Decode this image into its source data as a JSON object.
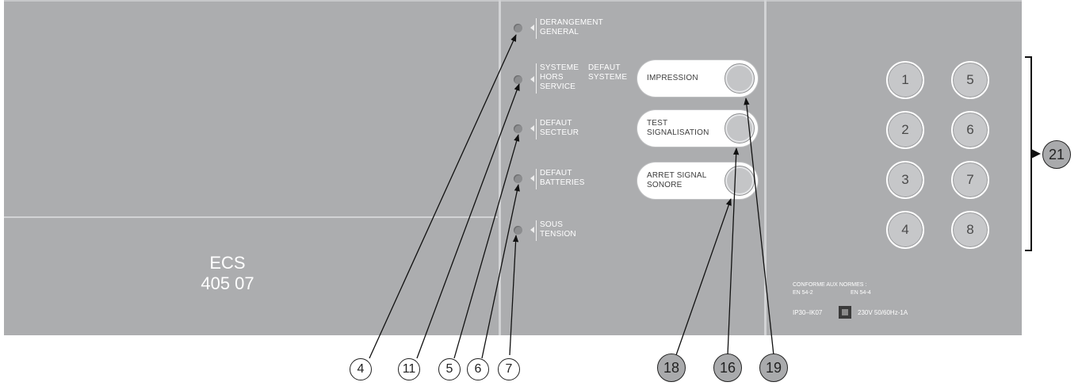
{
  "model": {
    "name": "ECS",
    "code": "405 07"
  },
  "indicators": [
    {
      "lines": [
        "DERANGEMENT",
        "GENERAL"
      ]
    },
    {
      "lines": [
        "SYSTEME",
        "HORS",
        "SERVICE"
      ],
      "alt_lines": [
        "DEFAUT",
        "SYSTEME"
      ]
    },
    {
      "lines": [
        "DEFAUT",
        "SECTEUR"
      ]
    },
    {
      "lines": [
        "DEFAUT",
        "BATTERIES"
      ]
    },
    {
      "lines": [
        "SOUS",
        "TENSION"
      ]
    }
  ],
  "function_buttons": [
    {
      "lines": [
        "IMPRESSION"
      ]
    },
    {
      "lines": [
        "TEST",
        "SIGNALISATION"
      ]
    },
    {
      "lines": [
        "ARRET SIGNAL",
        "SONORE"
      ]
    }
  ],
  "zone_buttons": [
    "1",
    "2",
    "3",
    "4",
    "5",
    "6",
    "7",
    "8"
  ],
  "norms": {
    "title": "CONFORME AUX NORMES :",
    "left": "EN 54-2",
    "right": "EN 54-4"
  },
  "rating": {
    "ip": "IP30–IK07",
    "power": "230V 50/60Hz-1A"
  },
  "callouts": [
    "4",
    "11",
    "5",
    "6",
    "7",
    "18",
    "16",
    "19"
  ],
  "group_callout": "21",
  "colors": {
    "panel": "#acadaf",
    "divider": "#d2d3d5",
    "text": "#ffffff",
    "button": "#ffffff"
  }
}
